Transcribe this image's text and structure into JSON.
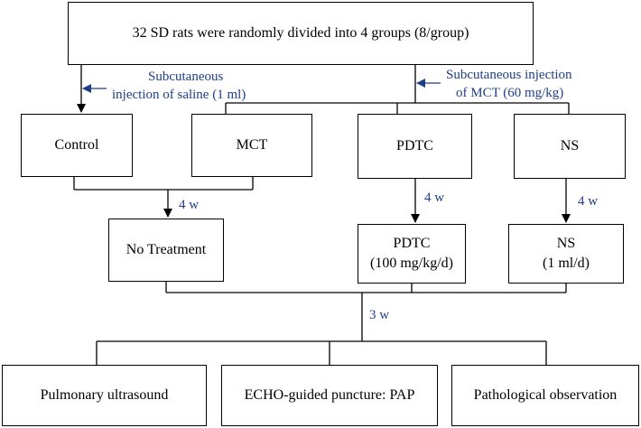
{
  "boxes": {
    "top": "32 SD rats were randomly divided into 4 groups (8/group)",
    "control": "Control",
    "mct": "MCT",
    "pdtc": "PDTC",
    "ns": "NS",
    "no_treatment": "No Treatment",
    "pdtc_dose_line1": "PDTC",
    "pdtc_dose_line2": "(100 mg/kg/d)",
    "ns_dose_line1": "NS",
    "ns_dose_line2": "(1 ml/d)",
    "pulmonary_ultrasound": "Pulmonary ultrasound",
    "echo_puncture": "ECHO-guided puncture: PAP",
    "pathological_observation": "Pathological observation"
  },
  "labels": {
    "saline_line1": "Subcutaneous",
    "saline_line2": "injection of saline (1 ml)",
    "mct_line1": "Subcutaneous injection",
    "mct_line2": "of MCT (60 mg/kg)",
    "w4_left": "4 w",
    "w4_mid": "4 w",
    "w4_right": "4 w",
    "w3": "3 w"
  },
  "colors": {
    "label_text": "#1f3e8a",
    "lines": "#000000"
  }
}
